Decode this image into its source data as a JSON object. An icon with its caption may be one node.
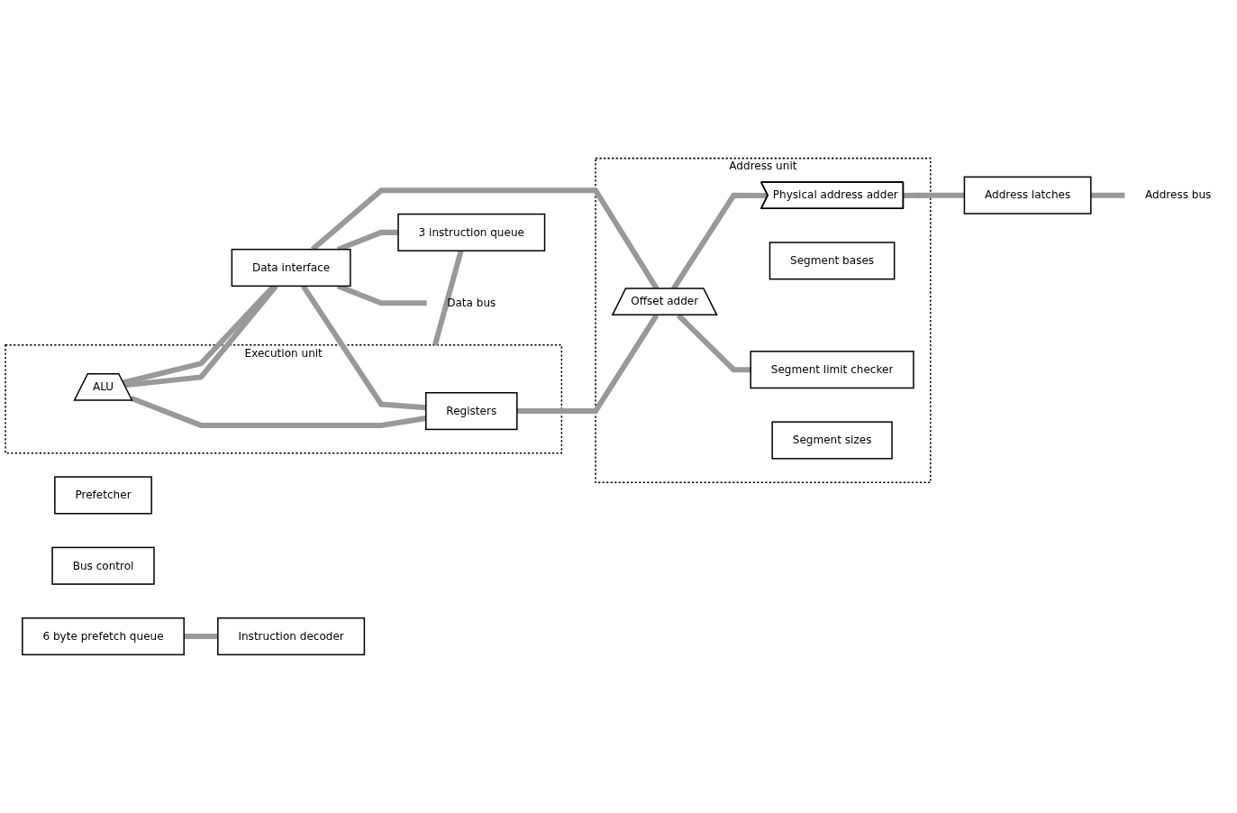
{
  "diagram": {
    "nodes": [
      {
        "text": [
          "Address unit"
        ]
      },
      {
        "text": [
          "Offset adder"
        ],
        "in": 0
      },
      {
        "text": [
          "Physical address adder"
        ],
        "in": 0
      },
      {
        "text": [
          "Segment bases"
        ],
        "in": 0
      },
      {
        "text": [
          "Segment limit checker"
        ],
        "in": 0
      },
      {
        "text": [
          "Segment sizes"
        ],
        "in": 0
      },
      {
        "text": [
          "Execution unit"
        ]
      },
      {
        "text": [
          "ALU"
        ],
        "in": 6
      },
      {
        "text": [
          "Registers"
        ],
        "in": 6
      },
      {
        "text": [
          "Address latches"
        ]
      },
      {
        "text": [
          "Prefetcher"
        ]
      },
      {
        "text": [
          "Bus control"
        ]
      },
      {
        "text": [
          "Data interface"
        ]
      },
      {
        "text": [
          "6 byte prefetch queue"
        ]
      },
      {
        "text": [
          "3 instruction queue"
        ]
      },
      {
        "text": [
          "Instruction decoder"
        ]
      },
      {
        "text": [
          "Address bus"
        ]
      },
      {
        "text": [
          "Data bus"
        ]
      }
    ],
    "edges": [
      {
        "from": 1,
        "to": 2,
        "arrow": "none"
      },
      {
        "from": 1,
        "to": 4,
        "arrow": "none"
      },
      {
        "from": 2,
        "to": 9,
        "arrow": "none"
      },
      {
        "from": 9,
        "to": 16,
        "arrow": "none"
      },
      {
        "from": 12,
        "to": 17,
        "arrow": "none"
      },
      {
        "from": 12,
        "to": 1,
        "arrow": "none"
      },
      {
        "from": 12,
        "to": 8,
        "arrow": "none"
      },
      {
        "from": 12,
        "to": 7,
        "arrow": "none"
      },
      {
        "from": 7,
        "to": 12,
        "arrow": "none"
      },
      {
        "from": 12,
        "to": 14,
        "arrow": "none"
      },
      {
        "from": 8,
        "to": 1,
        "arrow": "none"
      },
      {
        "from": 8,
        "to": 7,
        "arrow": "none"
      },
      {
        "from": 13,
        "to": 15,
        "arrow": "none"
      },
      {
        "from": 14,
        "to": 6,
        "arrow": "none"
      }
    ]
  }
}
